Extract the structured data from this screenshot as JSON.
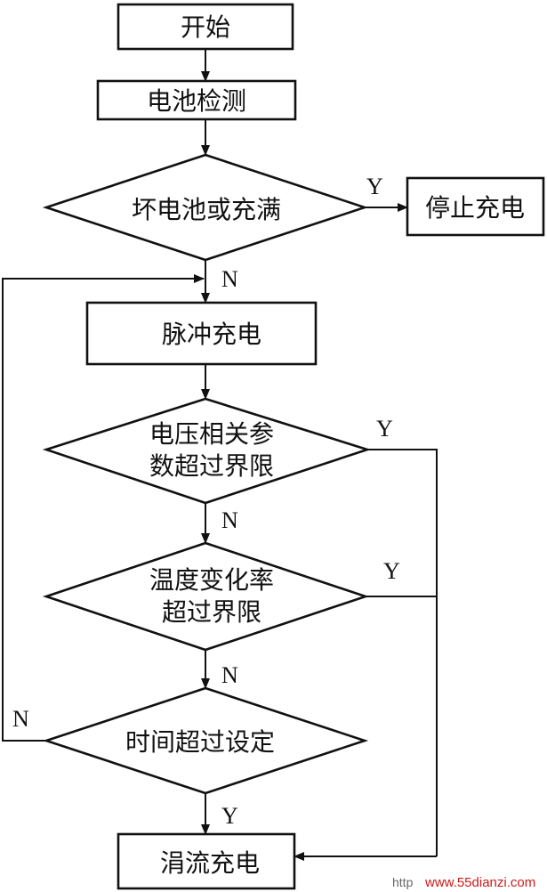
{
  "nodes": {
    "start": "开始",
    "battery_check": "电池检测",
    "bad_or_full": "坏电池或充满",
    "stop_charging": "停止充电",
    "pulse_charging": "脉冲充电",
    "voltage_check": [
      "电压相关参",
      "数超过界限"
    ],
    "temp_check": [
      "温度变化率",
      "超过界限"
    ],
    "time_check": "时间超过设定",
    "trickle_charging": "涓流充电"
  },
  "labels": {
    "yes": "Y",
    "no": "N"
  },
  "watermark": {
    "prefix": "http",
    "site": "www.55dianzi.com"
  }
}
